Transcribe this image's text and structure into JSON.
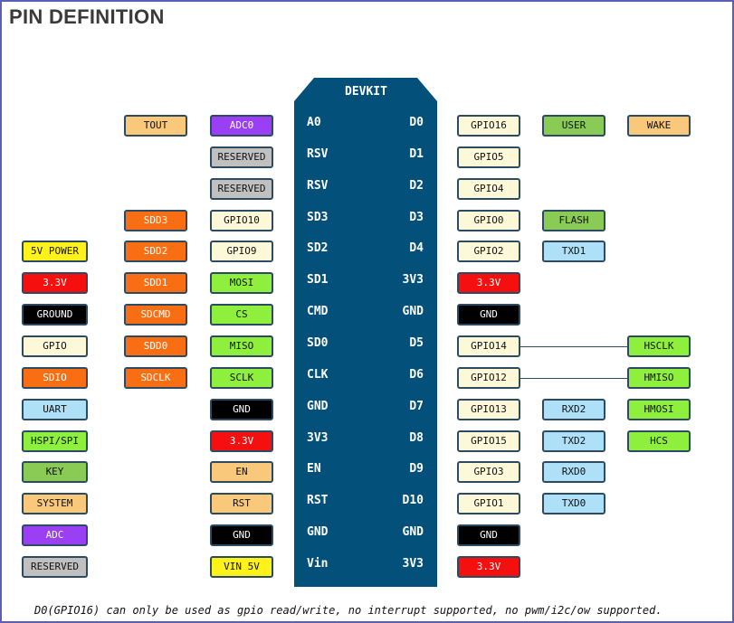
{
  "title": "PIN DEFINITION",
  "board": {
    "name": "DEVKIT"
  },
  "left_pins": [
    "A0",
    "RSV",
    "RSV",
    "SD3",
    "SD2",
    "SD1",
    "CMD",
    "SD0",
    "CLK",
    "GND",
    "3V3",
    "EN",
    "RST",
    "GND",
    "Vin"
  ],
  "right_pins": [
    "D0",
    "D1",
    "D2",
    "D3",
    "D4",
    "3V3",
    "GND",
    "D5",
    "D6",
    "D7",
    "D8",
    "D9",
    "D10",
    "GND",
    "3V3"
  ],
  "left_inner": [
    {
      "text": "ADC0",
      "type": "adc"
    },
    {
      "text": "RESERVED",
      "type": "reserved"
    },
    {
      "text": "RESERVED",
      "type": "reserved"
    },
    {
      "text": "GPIO10",
      "type": "gpio"
    },
    {
      "text": "GPIO9",
      "type": "gpio"
    },
    {
      "text": "MOSI",
      "type": "spi"
    },
    {
      "text": "CS",
      "type": "spi"
    },
    {
      "text": "MISO",
      "type": "spi"
    },
    {
      "text": "SCLK",
      "type": "spi"
    },
    {
      "text": "GND",
      "type": "ground"
    },
    {
      "text": "3.3V",
      "type": "power33"
    },
    {
      "text": "EN",
      "type": "system"
    },
    {
      "text": "RST",
      "type": "system"
    },
    {
      "text": "GND",
      "type": "ground"
    },
    {
      "text": "VIN 5V",
      "type": "power5"
    }
  ],
  "left_outer": [
    {
      "text": "TOUT",
      "type": "tout",
      "row": 0
    },
    {
      "text": "SDD3",
      "type": "sdio",
      "row": 3
    },
    {
      "text": "SDD2",
      "type": "sdio",
      "row": 4
    },
    {
      "text": "SDD1",
      "type": "sdio",
      "row": 5
    },
    {
      "text": "SDCMD",
      "type": "sdio",
      "row": 6
    },
    {
      "text": "SDD0",
      "type": "sdio",
      "row": 7
    },
    {
      "text": "SDCLK",
      "type": "sdio",
      "row": 8
    }
  ],
  "right_inner": [
    {
      "text": "GPIO16",
      "type": "gpio"
    },
    {
      "text": "GPIO5",
      "type": "gpio"
    },
    {
      "text": "GPIO4",
      "type": "gpio"
    },
    {
      "text": "GPIO0",
      "type": "gpio"
    },
    {
      "text": "GPIO2",
      "type": "gpio"
    },
    {
      "text": "3.3V",
      "type": "power33"
    },
    {
      "text": "GND",
      "type": "ground"
    },
    {
      "text": "GPIO14",
      "type": "gpio"
    },
    {
      "text": "GPIO12",
      "type": "gpio"
    },
    {
      "text": "GPIO13",
      "type": "gpio"
    },
    {
      "text": "GPIO15",
      "type": "gpio"
    },
    {
      "text": "GPIO3",
      "type": "gpio"
    },
    {
      "text": "GPIO1",
      "type": "gpio"
    },
    {
      "text": "GND",
      "type": "ground"
    },
    {
      "text": "3.3V",
      "type": "power33"
    }
  ],
  "right_mid": [
    {
      "text": "USER",
      "type": "key",
      "row": 0
    },
    {
      "text": "FLASH",
      "type": "key",
      "row": 3
    },
    {
      "text": "TXD1",
      "type": "uart",
      "row": 4
    },
    {
      "text": "RXD2",
      "type": "uart",
      "row": 9
    },
    {
      "text": "TXD2",
      "type": "uart",
      "row": 10
    },
    {
      "text": "RXD0",
      "type": "uart",
      "row": 11
    },
    {
      "text": "TXD0",
      "type": "uart",
      "row": 12
    }
  ],
  "right_outer": [
    {
      "text": "WAKE",
      "type": "tout",
      "row": 0
    },
    {
      "text": "HSCLK",
      "type": "spi",
      "row": 7
    },
    {
      "text": "HMISO",
      "type": "spi",
      "row": 8
    },
    {
      "text": "HMOSI",
      "type": "spi",
      "row": 9
    },
    {
      "text": "HCS",
      "type": "spi",
      "row": 10
    }
  ],
  "legend": [
    {
      "text": "5V POWER",
      "type": "power5",
      "row": 4
    },
    {
      "text": "3.3V",
      "type": "power33",
      "row": 5
    },
    {
      "text": "GROUND",
      "type": "ground",
      "row": 6
    },
    {
      "text": "GPIO",
      "type": "gpio",
      "row": 7
    },
    {
      "text": "SDIO",
      "type": "sdio",
      "row": 8
    },
    {
      "text": "UART",
      "type": "uart",
      "row": 9
    },
    {
      "text": "HSPI/SPI",
      "type": "spi",
      "row": 10
    },
    {
      "text": "KEY",
      "type": "key",
      "row": 11
    },
    {
      "text": "SYSTEM",
      "type": "system",
      "row": 12
    },
    {
      "text": "ADC",
      "type": "adc",
      "row": 13
    },
    {
      "text": "RESERVED",
      "type": "reserved",
      "row": 14
    }
  ],
  "note": "D0(GPIO16) can only be used as gpio read/write, no interrupt supported, no pwm/i2c/ow supported.",
  "colors": {
    "board": "#03507a",
    "border": "#2d4a63",
    "frame": "#5b5fb5",
    "adc": "#9b3ff5",
    "reserved": "#c0c0c0",
    "sdio": "#f96e12",
    "gpio": "#fdf8d8",
    "spi": "#8ef03c",
    "ground": "#000000",
    "power33": "#f50f0f",
    "power5": "#fff21a",
    "system": "#f9c87a",
    "tout": "#f9c87a",
    "key": "#8acb55",
    "uart": "#aee0f8"
  }
}
